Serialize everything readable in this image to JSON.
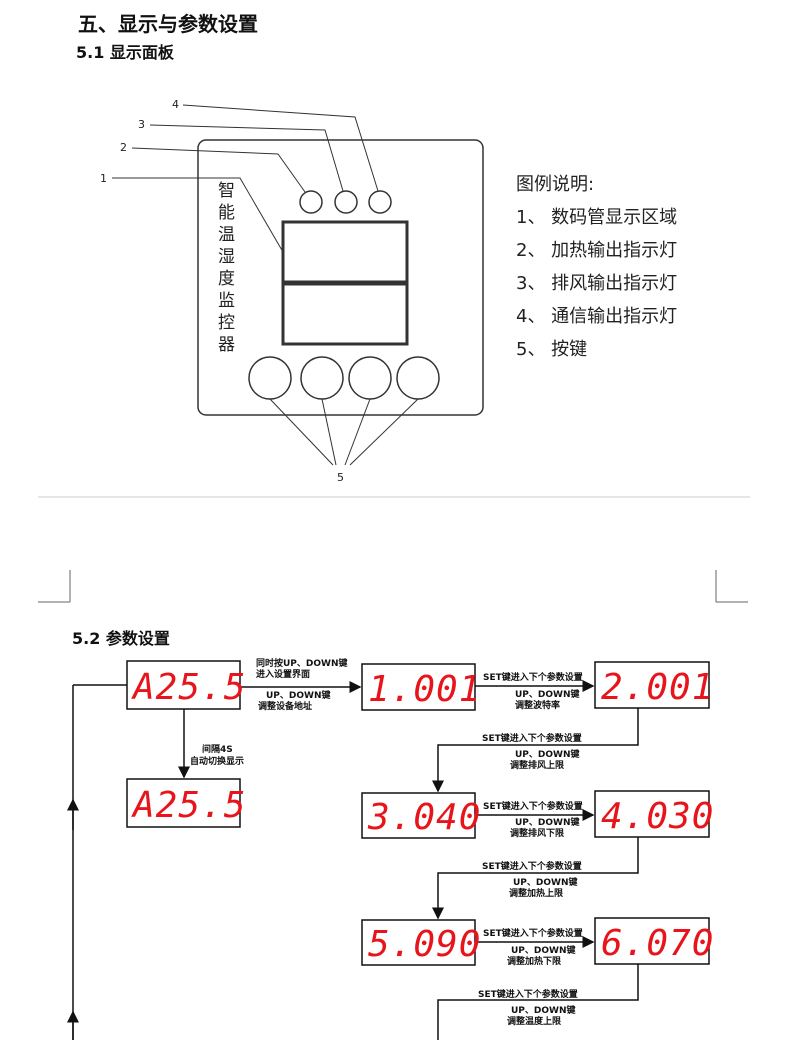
{
  "section_title": "五、显示与参数设置",
  "panel": {
    "title": "5.1 显示面板",
    "device_name_chars": [
      "智",
      "能",
      "温",
      "湿",
      "度",
      "监",
      "控",
      "器"
    ],
    "callouts": [
      "1",
      "2",
      "3",
      "4",
      "5"
    ],
    "legend_title": "图例说明:",
    "legend_items": [
      "1、 数码管显示区域",
      "2、 加热输出指示灯",
      "3、 排风输出指示灯",
      "4、 通信输出指示灯",
      "5、 按键"
    ]
  },
  "params": {
    "title": "5.2 参数设置",
    "display_main": "A25.5",
    "display_alt": "A25.5",
    "enter_label_1": "同时按UP、DOWN键",
    "enter_label_2": "进入设置界面",
    "addr_label_1": "UP、DOWN键",
    "addr_label_2": "调整设备地址",
    "switch_label_1": "间隔4S",
    "switch_label_2": "自动切换显示",
    "next_label": "SET键进入下个参数设置",
    "updown": "UP、DOWN键",
    "steps": [
      {
        "value": "1.001"
      },
      {
        "value": "2.001",
        "adjust": "调整波特率"
      },
      {
        "value": "3.040",
        "adjust": "调整排风上限"
      },
      {
        "value": "4.030",
        "adjust": "调整排风下限"
      },
      {
        "value": "5.090",
        "adjust": "调整加热上限"
      },
      {
        "value": "6.070",
        "adjust": "调整加热下限"
      }
    ],
    "last_adjust": "调整温度上限"
  },
  "colors": {
    "display_red": "#e8141b"
  }
}
